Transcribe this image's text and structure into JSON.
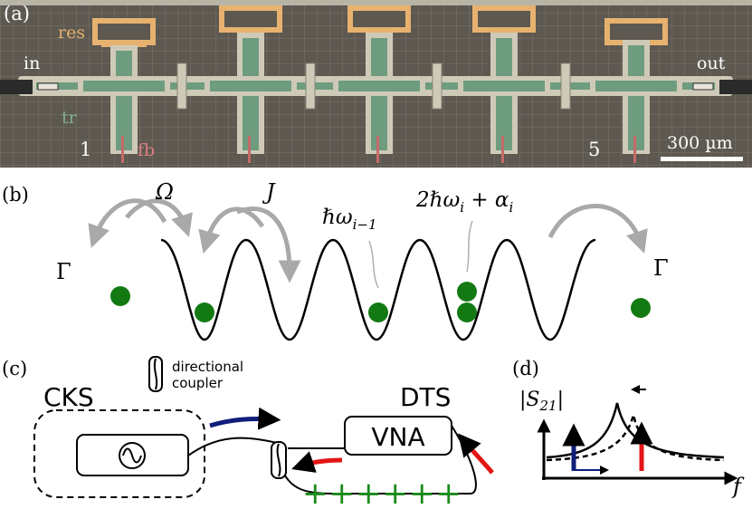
{
  "panel_a": {
    "label": "(a)",
    "res": "res",
    "in": "in",
    "out": "out",
    "tr": "tr",
    "fb": "fb",
    "first_index": "1",
    "last_index": "5",
    "scale_bar": "300 µm",
    "colors": {
      "substrate": "#5f5a52",
      "metal": "#cfcab8",
      "resonator": "#e7b26f",
      "transmon": "#6e9c7f",
      "feedline": "#c56a6a"
    }
  },
  "panel_b": {
    "label": "(b)",
    "omega_label": "Ω",
    "j_label": "J",
    "gamma_left": "Γ",
    "gamma_right": "Γ",
    "energy_single_main": "ℏω",
    "energy_single_sub": "i−1",
    "energy_double_prefix": "2ℏω",
    "energy_double_sub1": "i",
    "energy_double_mid": " + α",
    "energy_double_sub2": "i",
    "colors": {
      "particle": "#137a13",
      "arrow": "#a9a9a9"
    }
  },
  "panel_c": {
    "label": "(c)",
    "cks": "CKS",
    "dts": "DTS",
    "vna": "VNA",
    "coupler_line1": "directional",
    "coupler_line2": "coupler",
    "plus_signs": "++++++",
    "colors": {
      "drive_arrow": "#0f1f7a",
      "probe_arrow": "#e21515",
      "plus": "#1a8a1a"
    }
  },
  "panel_d": {
    "label": "(d)",
    "y_axis_main": "|S",
    "y_axis_sub": "21",
    "y_axis_close": "|",
    "x_axis": "f",
    "colors": {
      "drive_arrow": "#0f1f7a",
      "probe_arrow": "#e21515"
    }
  }
}
